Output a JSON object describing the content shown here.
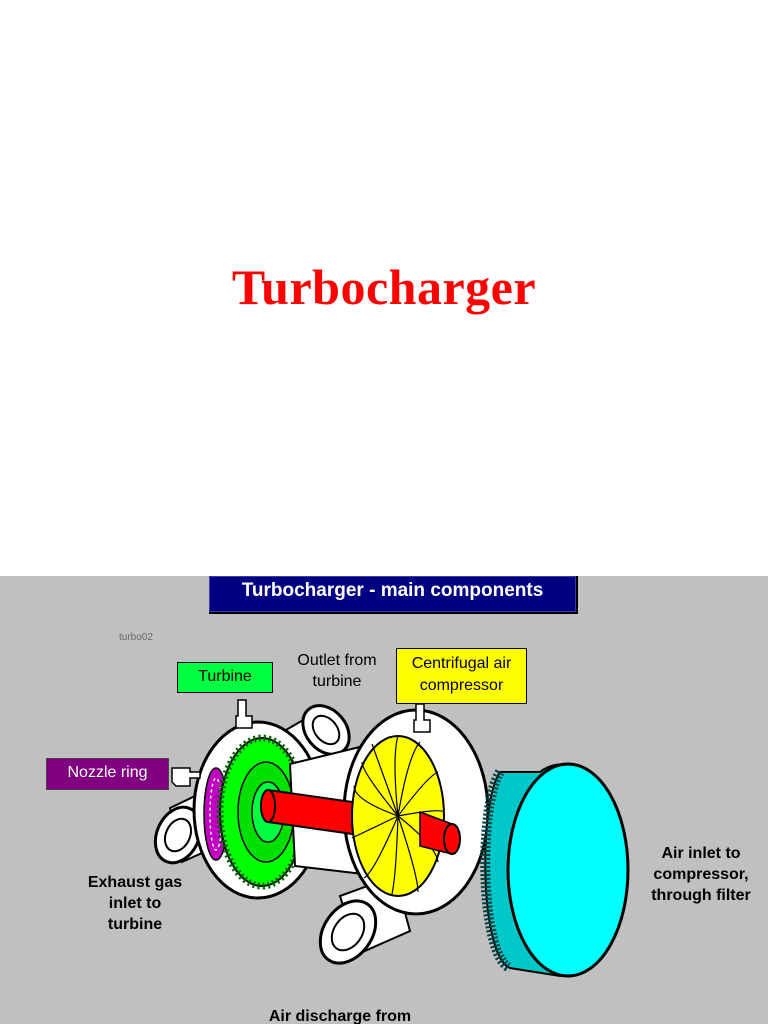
{
  "slide": {
    "title": "Turbocharger"
  },
  "diagram": {
    "header": "Turbocharger - main components",
    "image_code": "turbo02",
    "labels": {
      "turbine": "Turbine",
      "compressor_line1": "Centrifugal air",
      "compressor_line2": "compressor",
      "nozzle_ring": "Nozzle ring",
      "outlet_line1": "Outlet from",
      "outlet_line2": "turbine",
      "exhaust_line1": "Exhaust gas",
      "exhaust_line2": "inlet to",
      "exhaust_line3": "turbine",
      "air_inlet_line1": "Air inlet to",
      "air_inlet_line2": "compressor,",
      "air_inlet_line3": "through filter",
      "discharge_line1": "Air discharge from"
    },
    "colors": {
      "title_red": "#ff0000",
      "header_navy": "#000080",
      "panel_grey": "#c0c0c0",
      "turbine_green": "#00ff40",
      "compressor_yellow": "#ffff00",
      "nozzle_purple": "#800080",
      "shaft_red": "#ff0000",
      "filter_cyan": "#00ffff"
    },
    "icons": [
      "pointing-hand-icon"
    ]
  }
}
